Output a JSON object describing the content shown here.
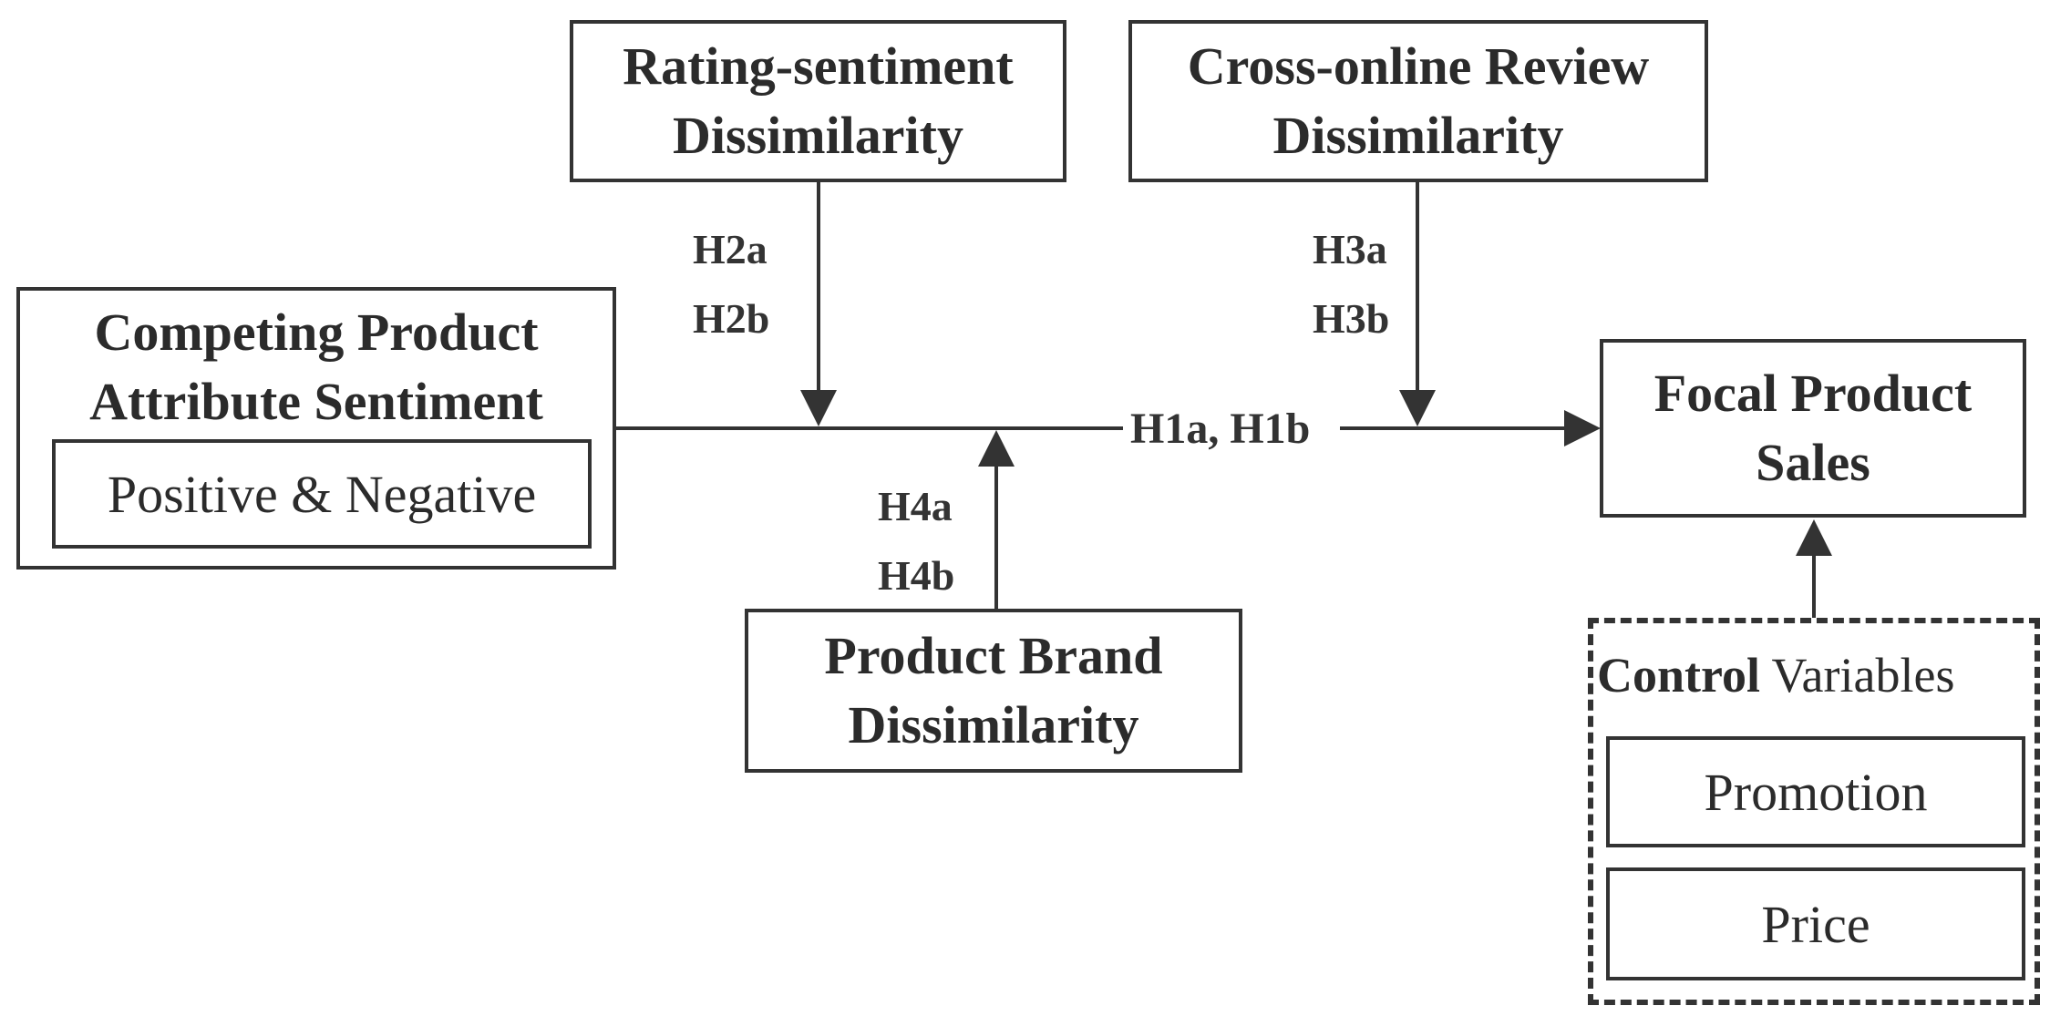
{
  "nodes": {
    "rating": {
      "lines": [
        "Rating-sentiment",
        "Dissimilarity"
      ]
    },
    "cross": {
      "lines": [
        "Cross-online Review",
        "Dissimilarity"
      ]
    },
    "competing": {
      "lines": [
        "Competing Product",
        "Attribute Sentiment"
      ],
      "sub": "Positive & Negative"
    },
    "focal": {
      "lines": [
        "Focal Product",
        "Sales"
      ]
    },
    "brand": {
      "lines": [
        "Product Brand",
        "Dissimilarity"
      ]
    },
    "control": {
      "title_bold": "Control",
      "title_rest": " Variables",
      "items": [
        "Promotion",
        "Price"
      ]
    }
  },
  "hypotheses": {
    "h1": "H1a, H1b",
    "h2": [
      "H2a",
      "H2b"
    ],
    "h3": [
      "H3a",
      "H3b"
    ],
    "h4": [
      "H4a",
      "H4b"
    ]
  },
  "colors": {
    "stroke": "#333333",
    "text": "#2b2b2b"
  }
}
